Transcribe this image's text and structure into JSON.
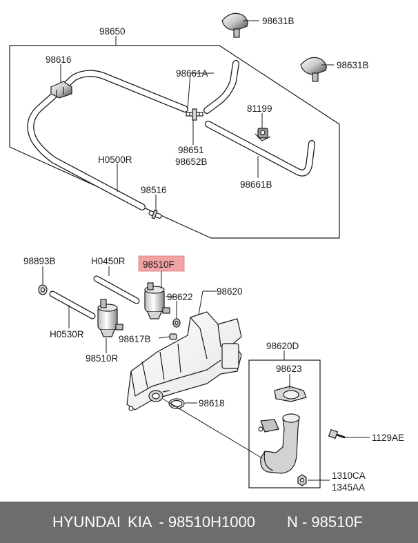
{
  "callouts": {
    "c98650": "98650",
    "c98631b_top": "98631B",
    "c98631b_right": "98631B",
    "c98616": "98616",
    "c98661a": "98661A",
    "c81199": "81199",
    "c98651": "98651",
    "c98652b": "98652B",
    "c98661b": "98661B",
    "cH0500R": "H0500R",
    "c98516": "98516",
    "c98893b": "98893B",
    "cH0450R": "H0450R",
    "c98510f": "98510F",
    "c98622": "98622",
    "c98620": "98620",
    "cH0530R": "H0530R",
    "c98617b": "98617B",
    "c98510r": "98510R",
    "c98620d": "98620D",
    "c98623": "98623",
    "c98618": "98618",
    "c1129ae": "1129AE",
    "c1310ca": "1310CA",
    "c1345aa": "1345AA"
  },
  "footer": {
    "brand": "HYUNDAI",
    "maker": "KIA",
    "part_number": "- 98510H1000",
    "code": "N - 98510F"
  },
  "colors": {
    "highlight": "#f2a3a3",
    "footer_bg": "#6d6d6d",
    "line": "#1a1a1a"
  }
}
